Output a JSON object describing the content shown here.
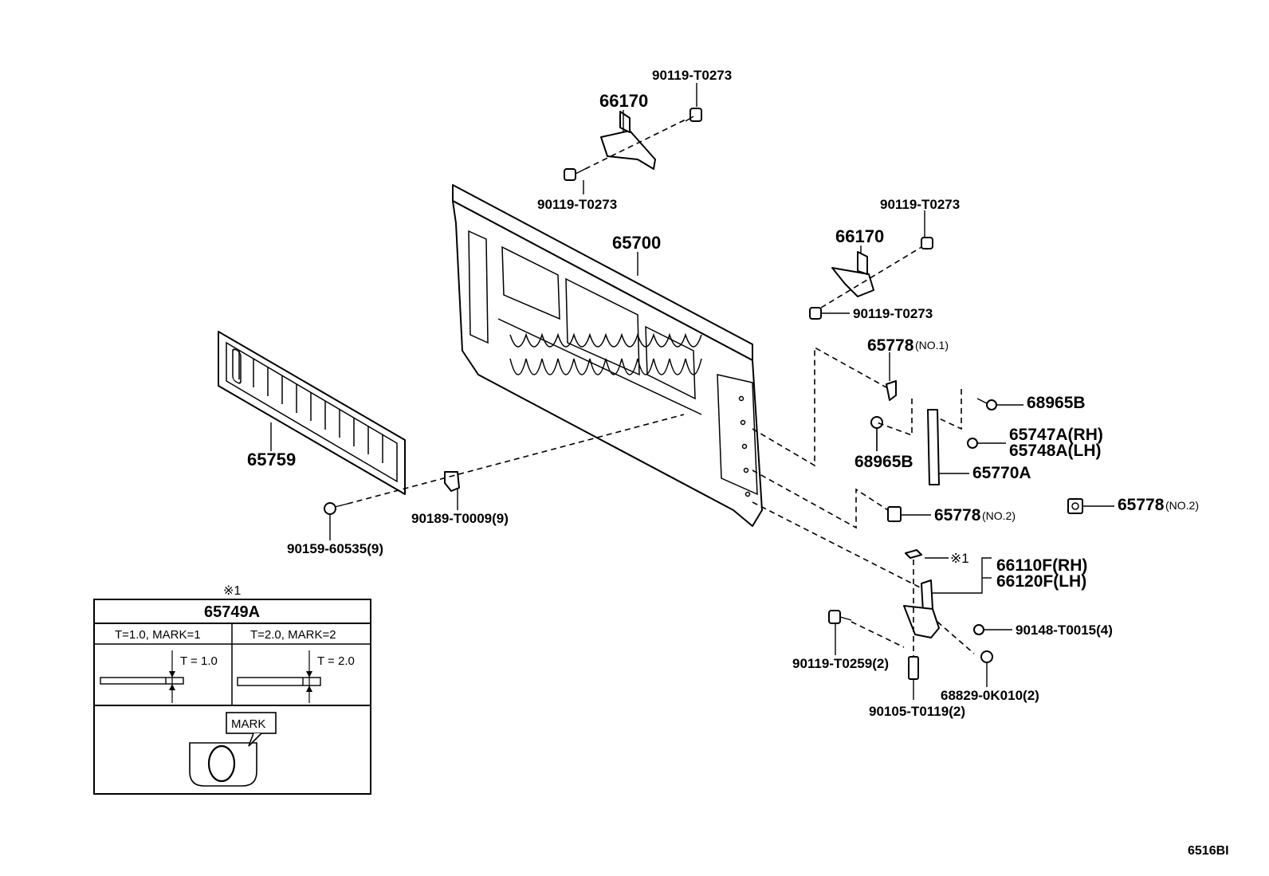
{
  "callouts": {
    "bolt_top_upper": "90119-T0273",
    "hinge_left_label": "66170",
    "bolt_top_lower": "90119-T0273",
    "bolt_right_upper": "90119-T0273",
    "hinge_right_label": "66170",
    "bolt_right_lower": "90119-T0273",
    "panel_label": "65700",
    "cover_label": "65759",
    "clip_label": "90189-T0009(9)",
    "screw_label": "90159-60535(9)",
    "stopper_no1": "65778",
    "stopper_no1_suffix": "(NO.1)",
    "screw_68965b_right": "68965B",
    "screw_68965b_left": "68965B",
    "striker_rh": "65747A(RH)",
    "striker_lh": "65748A(LH)",
    "rod_label": "65770A",
    "stopper_no2_a": "65778",
    "stopper_no2_a_suffix": "(NO.2)",
    "stopper_no2_b": "65778",
    "stopper_no2_b_suffix": "(NO.2)",
    "shim_mark": "※1",
    "hinge_rh": "66110F(RH)",
    "hinge_lh": "66120F(LH)",
    "bolt_90148": "90148-T0015(4)",
    "bolt_90119_t0259": "90119-T0259(2)",
    "nut_68829": "68829-0K010(2)",
    "bolt_90105": "90105-T0119(2)",
    "diagram_code": "6516BI"
  },
  "inset": {
    "note_mark": "※1",
    "part_no": "65749A",
    "col1_header": "T=1.0, MARK=1",
    "col2_header": "T=2.0, MARK=2",
    "col1_dim": "T = 1.0",
    "col2_dim": "T = 2.0",
    "mark_label": "MARK"
  }
}
